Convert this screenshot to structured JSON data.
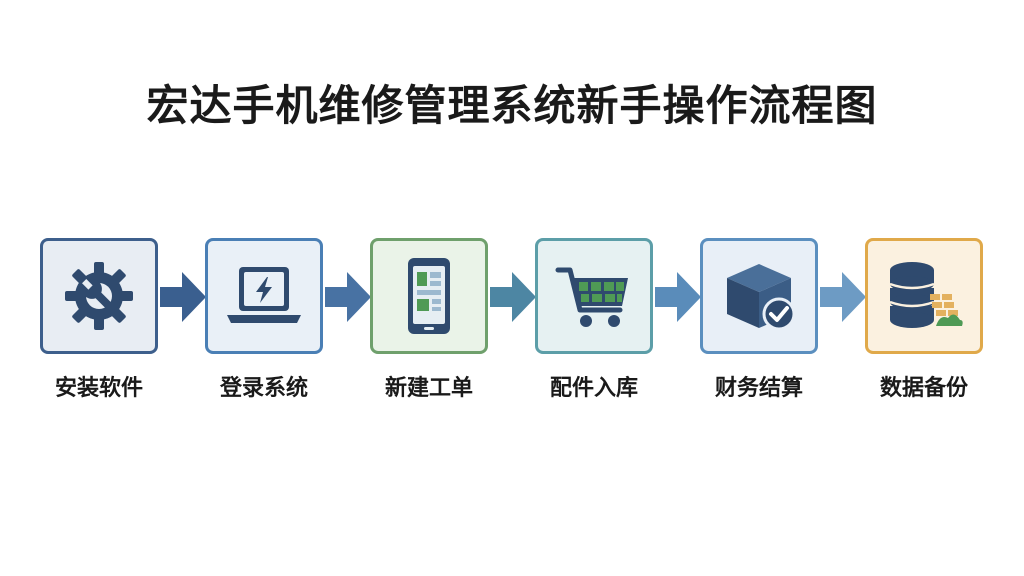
{
  "title": "宏达手机维修管理系统新手操作流程图",
  "steps": [
    {
      "label": "安装软件",
      "icon": "gear-wrench-icon",
      "border": "#3d5f8c",
      "fill": "#e8edf3"
    },
    {
      "label": "登录系统",
      "icon": "laptop-icon",
      "border": "#4a7fb5",
      "fill": "#e9f0f7"
    },
    {
      "label": "新建工单",
      "icon": "smartphone-icon",
      "border": "#6fa06c",
      "fill": "#eaf3e8"
    },
    {
      "label": "配件入库",
      "icon": "shopping-cart-icon",
      "border": "#5c9ea8",
      "fill": "#e6f1f2"
    },
    {
      "label": "财务结算",
      "icon": "box-check-icon",
      "border": "#5b8fbf",
      "fill": "#e8eff7"
    },
    {
      "label": "数据备份",
      "icon": "database-icon",
      "border": "#e0a94a",
      "fill": "#fbf1e0"
    }
  ],
  "colors": {
    "arrow_dark": "#3a5f8f",
    "arrow_light": "#5a8cba"
  }
}
